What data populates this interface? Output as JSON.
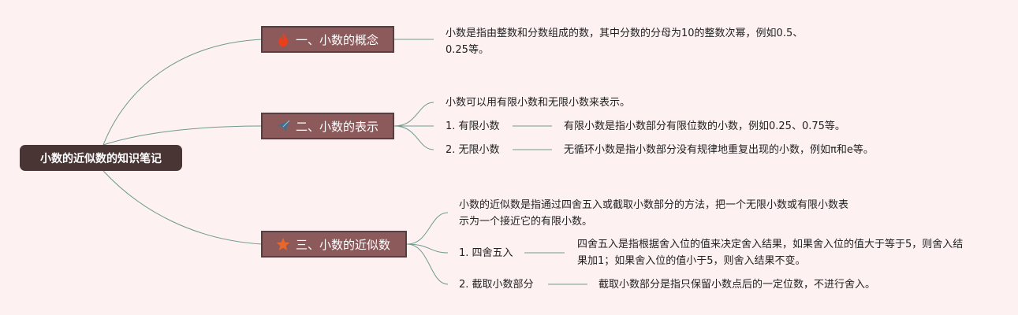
{
  "root": {
    "title": "小数的近似数的知识笔记"
  },
  "branches": [
    {
      "title": "一、小数的概念",
      "icon": "flame-icon",
      "notes": [
        "小数是指由整数和分数组成的数，其中分数的分母为10的整数次幂，例如0.5、0.25等。"
      ]
    },
    {
      "title": "二、小数的表示",
      "icon": "paper-plane-icon",
      "notes": [
        "小数可以用有限小数和无限小数来表示。"
      ],
      "items": [
        {
          "label": "1. 有限小数",
          "desc": "有限小数是指小数部分有限位数的小数，例如0.25、0.75等。"
        },
        {
          "label": "2. 无限小数",
          "desc": "无循环小数是指小数部分没有规律地重复出现的小数，例如π和e等。"
        }
      ]
    },
    {
      "title": "三、小数的近似数",
      "icon": "star-icon",
      "notes": [
        "小数的近似数是指通过四舍五入或截取小数部分的方法，把一个无限小数或有限小数表示为一个接近它的有限小数。"
      ],
      "items": [
        {
          "label": "1. 四舍五入",
          "desc": "四舍五入是指根据舍入位的值来决定舍入结果，如果舍入位的值大于等于5，则舍入结果加1；如果舍入位的值小于5，则舍入结果不变。"
        },
        {
          "label": "2. 截取小数部分",
          "desc": "截取小数部分是指只保留小数点后的一定位数，不进行舍入。"
        }
      ]
    }
  ],
  "colors": {
    "background": "#fdf1f2",
    "root": "#4a3535",
    "branch": "#8d5a5c",
    "branch_border": "#5a3d3e",
    "line": "#6f9a8e"
  }
}
